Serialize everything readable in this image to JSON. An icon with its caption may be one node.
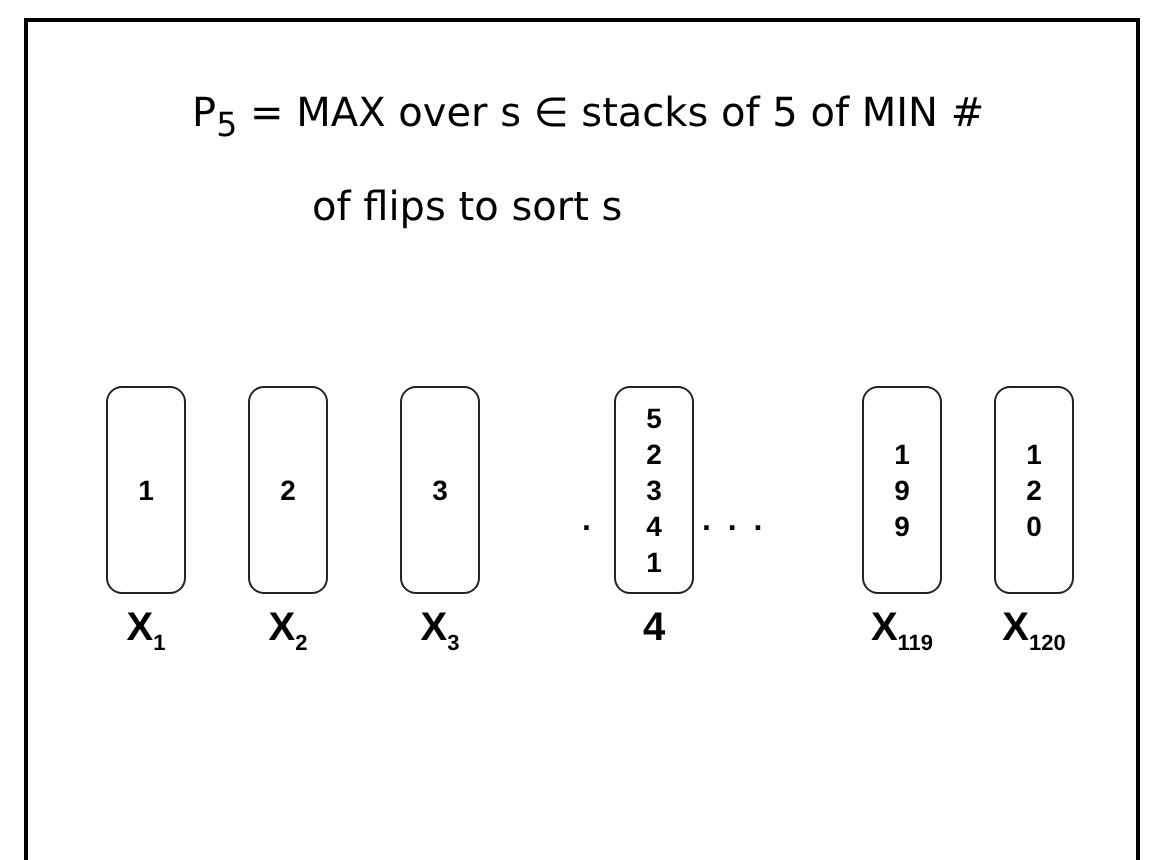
{
  "diagram": {
    "title": "P$_{5}$ = MAX over s ∈ stacks of 5 of MIN # of flips to sort s",
    "nodes": [
      {
        "text": [
          "1"
        ],
        "beside": [
          "X$_{1}$"
        ]
      },
      {
        "text": [
          "2"
        ],
        "beside": [
          "X$_{2}$"
        ]
      },
      {
        "text": [
          "3"
        ],
        "beside": [
          "X$_{3}$"
        ]
      },
      {
        "text": [
          "5 2 3 4 1"
        ],
        "beside": [
          "4"
        ]
      },
      {
        "text": [
          "1 9 9"
        ],
        "beside": [
          "X$_{119}$"
        ]
      },
      {
        "text": [
          "1 2 0"
        ],
        "beside": [
          "X$_{120}$"
        ]
      }
    ],
    "labels": [
      ".",
      ". . ."
    ]
  }
}
